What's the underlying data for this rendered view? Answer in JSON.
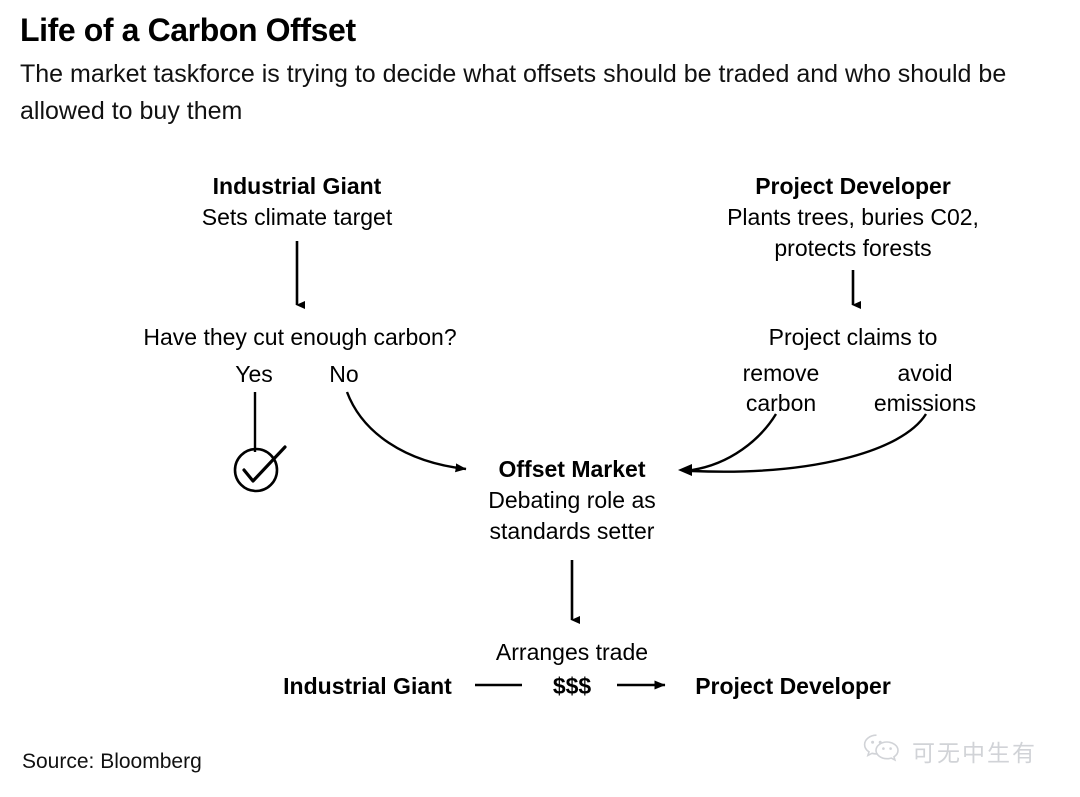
{
  "header": {
    "title": "Life of a Carbon Offset",
    "subtitle": "The market taskforce is trying to decide what offsets should be traded and who should be allowed to buy them"
  },
  "diagram": {
    "type": "flowchart",
    "nodes": {
      "industrial_giant": {
        "title": "Industrial Giant",
        "sub": "Sets climate target"
      },
      "project_developer": {
        "title": "Project Developer",
        "sub_line1": "Plants trees, buries C02,",
        "sub_line2": "protects forests"
      },
      "decision": {
        "question": "Have they cut enough carbon?",
        "yes_label": "Yes",
        "no_label": "No"
      },
      "claims": {
        "title": "Project claims to",
        "option_left_line1": "remove",
        "option_left_line2": "carbon",
        "option_right_line1": "avoid",
        "option_right_line2": "emissions"
      },
      "offset_market": {
        "title": "Offset Market",
        "sub_line1": "Debating role as",
        "sub_line2": "standards setter"
      },
      "trade": {
        "caption": "Arranges trade",
        "left_party": "Industrial Giant",
        "money": "$$$",
        "right_party": "Project Developer"
      }
    },
    "icons": {
      "check_circle": "check-circle-icon"
    }
  },
  "footer": {
    "source": "Source: Bloomberg",
    "watermark_text": "可无中生有",
    "watermark_icon": "wechat-icon"
  },
  "colors": {
    "background": "#ffffff",
    "ink": "#000000",
    "watermark": "#c9ccd1"
  }
}
